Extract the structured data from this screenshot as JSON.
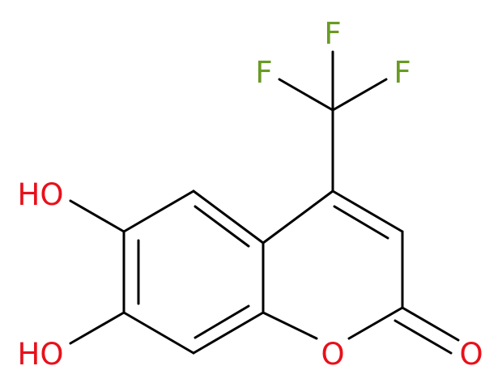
{
  "molecule": {
    "atoms": {
      "F_top": {
        "text": "F",
        "color": "#6a9a23"
      },
      "F_left": {
        "text": "F",
        "color": "#6a9a23"
      },
      "F_right": {
        "text": "F",
        "color": "#6a9a23"
      },
      "HO_upper": {
        "text": "HO",
        "color": "#e8101a"
      },
      "HO_lower": {
        "text": "HO",
        "color": "#e8101a"
      },
      "O_ring": {
        "text": "O",
        "color": "#e8101a"
      },
      "O_carbonyl": {
        "text": "O",
        "color": "#e8101a"
      }
    },
    "bond_color": "#000000"
  }
}
